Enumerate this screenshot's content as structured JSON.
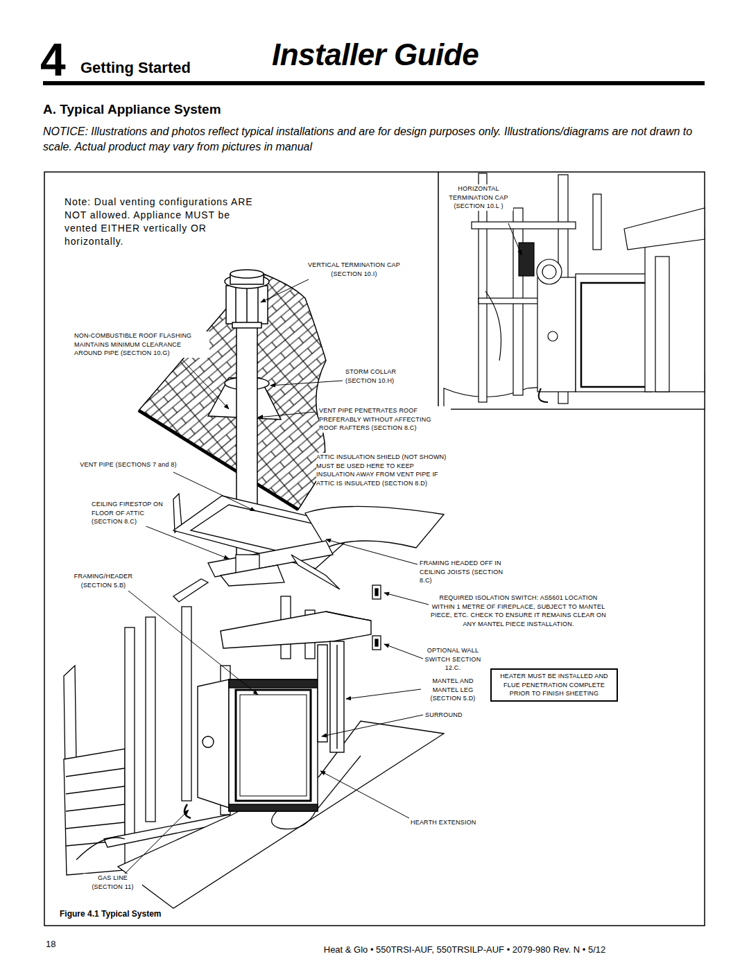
{
  "diagram": {
    "title": "Installer Guide",
    "caption": "Figure 4.1 Typical System",
    "nodes": [
      {
        "text": [
          "HEATER MUST BE INSTALLED AND FLUE PENETRATION COMPLETE PRIOR TO FINISH SHEETING"
        ]
      }
    ],
    "labels": [
      "4",
      "Getting Started",
      "A. Typical Appliance System",
      "NOTICE: Illustrations and photos reflect typical installations and are for design purposes only. Illustrations/diagrams are not drawn to scale. Actual product may vary from pictures in manual",
      "Note: Dual venting configurations ARE NOT allowed. Appliance MUST be vented EITHER vertically OR horizontally.",
      "HORIZONTAL TERMINATION CAP (SECTION 10.L )",
      "VERTICAL TERMINATION CAP (SECTION 10.I)",
      "NON-COMBUSTIBLE ROOF FLASHING MAINTAINS MINIMUM CLEARANCE AROUND PIPE (SECTION 10.G)",
      "STORM COLLAR (SECTION 10.H)",
      "VENT PIPE PENETRATES ROOF PREFERABLY WITHOUT AFFECTING ROOF RAFTERS (SECTION 8.C)",
      "VENT PIPE (SECTIONS 7 and 8)",
      "ATTIC INSULATION SHIELD (NOT SHOWN) MUST BE USED HERE TO KEEP INSULATION AWAY FROM VENT PIPE IF ATTIC IS INSULATED (SECTION 8.D)",
      "CEILING FIRESTOP ON FLOOR OF ATTIC (SECTION 8.C)",
      "FRAMING HEADED OFF IN CEILING JOISTS (SECTION 8.C)",
      "FRAMING/HEADER (SECTION 5.B)",
      "REQUIRED ISOLATION SWITCH: AS5601 LOCATION WITHIN 1 METRE OF FIREPLACE, SUBJECT TO MANTEL PIECE, ETC. CHECK TO ENSURE IT REMAINS CLEAR ON ANY MANTEL PIECE INSTALLATION.",
      "OPTIONAL WALL SWITCH SECTION 12.C.",
      "MANTEL AND MANTEL LEG (SECTION 5.D)",
      "SURROUND",
      "HEARTH EXTENSION",
      "GAS LINE (SECTION 11)",
      "18",
      "Heat & Glo • 550TRSI-AUF, 550TRSILP-AUF • 2079-980 Rev. N • 5/12"
    ]
  }
}
